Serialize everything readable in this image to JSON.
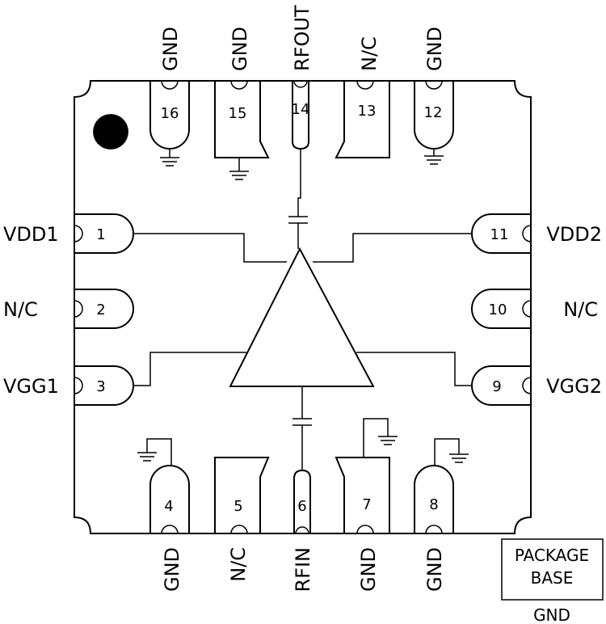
{
  "pins": {
    "p1": {
      "number": "1",
      "label": "VDD1"
    },
    "p2": {
      "number": "2",
      "label": "N/C"
    },
    "p3": {
      "number": "3",
      "label": "VGG1"
    },
    "p4": {
      "number": "4",
      "label": "GND"
    },
    "p5": {
      "number": "5",
      "label": "N/C"
    },
    "p6": {
      "number": "6",
      "label": "RFIN"
    },
    "p7": {
      "number": "7",
      "label": "GND"
    },
    "p8": {
      "number": "8",
      "label": "GND"
    },
    "p9": {
      "number": "9",
      "label": "VGG2"
    },
    "p10": {
      "number": "10",
      "label": "N/C"
    },
    "p11": {
      "number": "11",
      "label": "VDD2"
    },
    "p12": {
      "number": "12",
      "label": "GND"
    },
    "p13": {
      "number": "13",
      "label": "N/C"
    },
    "p14": {
      "number": "14",
      "label": "RFOUT"
    },
    "p15": {
      "number": "15",
      "label": "GND"
    },
    "p16": {
      "number": "16",
      "label": "GND"
    }
  },
  "package_base": {
    "line1": "PACKAGE",
    "line2": "BASE",
    "connection": "GND"
  }
}
